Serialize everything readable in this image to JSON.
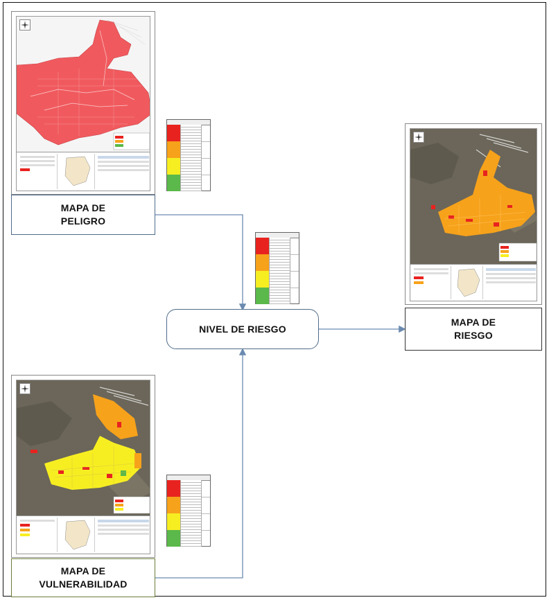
{
  "nodes": {
    "peligro": {
      "label": "MAPA DE\nPELIGRO"
    },
    "vulnerabilidad": {
      "label": "MAPA DE\nVULNERABILIDAD"
    },
    "nivel_riesgo": {
      "label": "NIVEL DE RIESGO"
    },
    "riesgo": {
      "label": "MAPA DE\nRIESGO"
    }
  },
  "colors": {
    "very_high": "#e8231f",
    "high": "#f7a21b",
    "medium": "#f7ee22",
    "low": "#5bb84a",
    "peligro_fill": "#f05a5e",
    "terrain": "#6e6a5e",
    "connector": "#6b8ab0",
    "box_border_blue": "#4f6b8a",
    "box_border_green": "#6a7c3a"
  },
  "edges": [
    {
      "from": "peligro",
      "to": "nivel_riesgo"
    },
    {
      "from": "vulnerabilidad",
      "to": "nivel_riesgo"
    },
    {
      "from": "nivel_riesgo",
      "to": "riesgo"
    }
  ],
  "legend_tables": [
    {
      "near": "peligro",
      "levels": [
        "very_high",
        "high",
        "medium",
        "low"
      ]
    },
    {
      "near": "nivel_riesgo",
      "levels": [
        "very_high",
        "high",
        "medium",
        "low"
      ]
    },
    {
      "near": "vulnerabilidad",
      "levels": [
        "very_high",
        "high",
        "medium",
        "low"
      ]
    }
  ]
}
